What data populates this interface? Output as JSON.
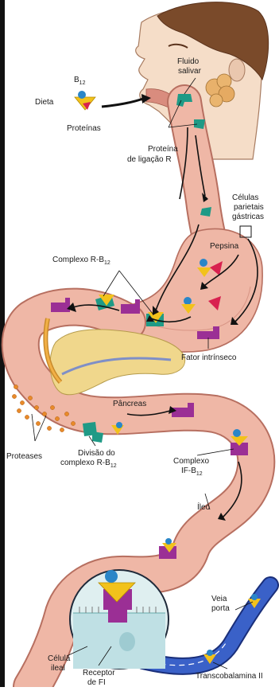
{
  "labels": {
    "b12": "B",
    "b12_sub": "12",
    "diet": "Dieta",
    "proteins": "Proteínas",
    "saliva_line1": "Fluido",
    "saliva_line2": "salivar",
    "r_protein_line1": "Proteína",
    "r_protein_line2": "de ligação R",
    "parietal_line1": "Células",
    "parietal_line2": "parietais",
    "parietal_line3": "gástricas",
    "pepsin": "Pepsina",
    "r_complex": "Complexo R-B",
    "r_complex_sub": "12",
    "intrinsic_factor": "Fator intrínseco",
    "pancreas": "Pâncreas",
    "proteases": "Proteases",
    "division_line1": "Divisão do",
    "division_line2": "complexo R-B",
    "division_sub": "12",
    "if_complex_line1": "Complexo",
    "if_complex_line2": "IF-B",
    "if_complex_sub": "12",
    "ileum": "Íleo",
    "portal_line1": "Veia",
    "portal_line2": "porta",
    "ileal_line1": "Célula",
    "ileal_line2": "ileal",
    "receptor_line1": "Receptor",
    "receptor_line2": "de FI",
    "transcobalamin": "Transcobalamina II"
  },
  "colors": {
    "tract": "#efb7a6",
    "tract_edge": "#b76f60",
    "b12_cube": "#f2c21b",
    "b12_ball": "#2a86c8",
    "r_protein": "#1f9a86",
    "intrinsic_factor": "#9b2f95",
    "pepsin": "#d8214f",
    "vein": "#2446a8",
    "pancreas": "#f0d78c",
    "skin": "#f5ddc8",
    "hair": "#7a4a2a"
  }
}
